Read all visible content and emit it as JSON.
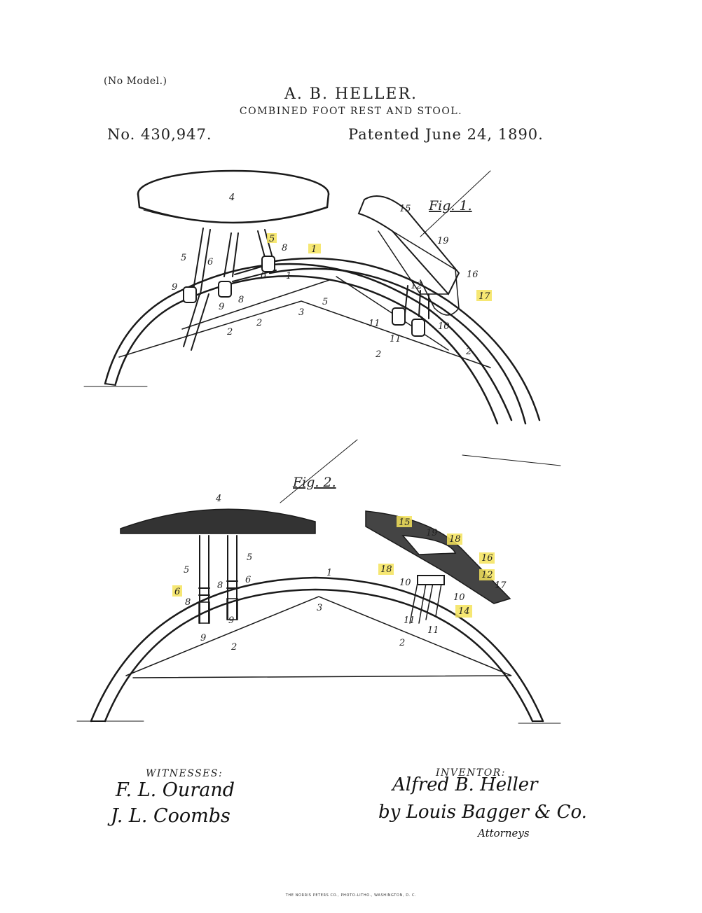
{
  "header": {
    "no_model": "(No Model.)",
    "inventor_name": "A. B. HELLER.",
    "title": "COMBINED FOOT REST AND STOOL.",
    "patent_number": "No. 430,947.",
    "patent_date": "Patented June 24, 1890."
  },
  "figures": {
    "fig1": {
      "label": "Fig. 1.",
      "reference_numbers": [
        "4",
        "5",
        "5",
        "6",
        "6",
        "8",
        "1",
        "1",
        "9",
        "9",
        "8",
        "2",
        "2",
        "3",
        "5",
        "15",
        "19",
        "16",
        "12",
        "17",
        "11",
        "10",
        "11",
        "2",
        "2"
      ]
    },
    "fig2": {
      "label": "Fig. 2.",
      "reference_numbers": [
        "4",
        "5",
        "5",
        "6",
        "8",
        "8",
        "6",
        "9",
        "9",
        "3",
        "2",
        "1",
        "15",
        "19",
        "18",
        "16",
        "18",
        "12",
        "10",
        "10",
        "17",
        "14",
        "11",
        "11",
        "2"
      ]
    }
  },
  "signatures": {
    "witnesses_label": "WITNESSES:",
    "witness_1": "F. L. Ourand",
    "witness_2": "J. L. Coombs",
    "inventor_label": "INVENTOR:",
    "inventor_signature": "Alfred B. Heller",
    "attorney_signature": "by Louis Bagger & Co.",
    "attorney_role": "Attorneys"
  },
  "footer": {
    "imprint": "THE NORRIS PETERS CO., PHOTO-LITHO., WASHINGTON, D. C."
  },
  "colors": {
    "ink": "#1a1a1a",
    "highlight": "#f5e35a",
    "paper": "#ffffff"
  }
}
